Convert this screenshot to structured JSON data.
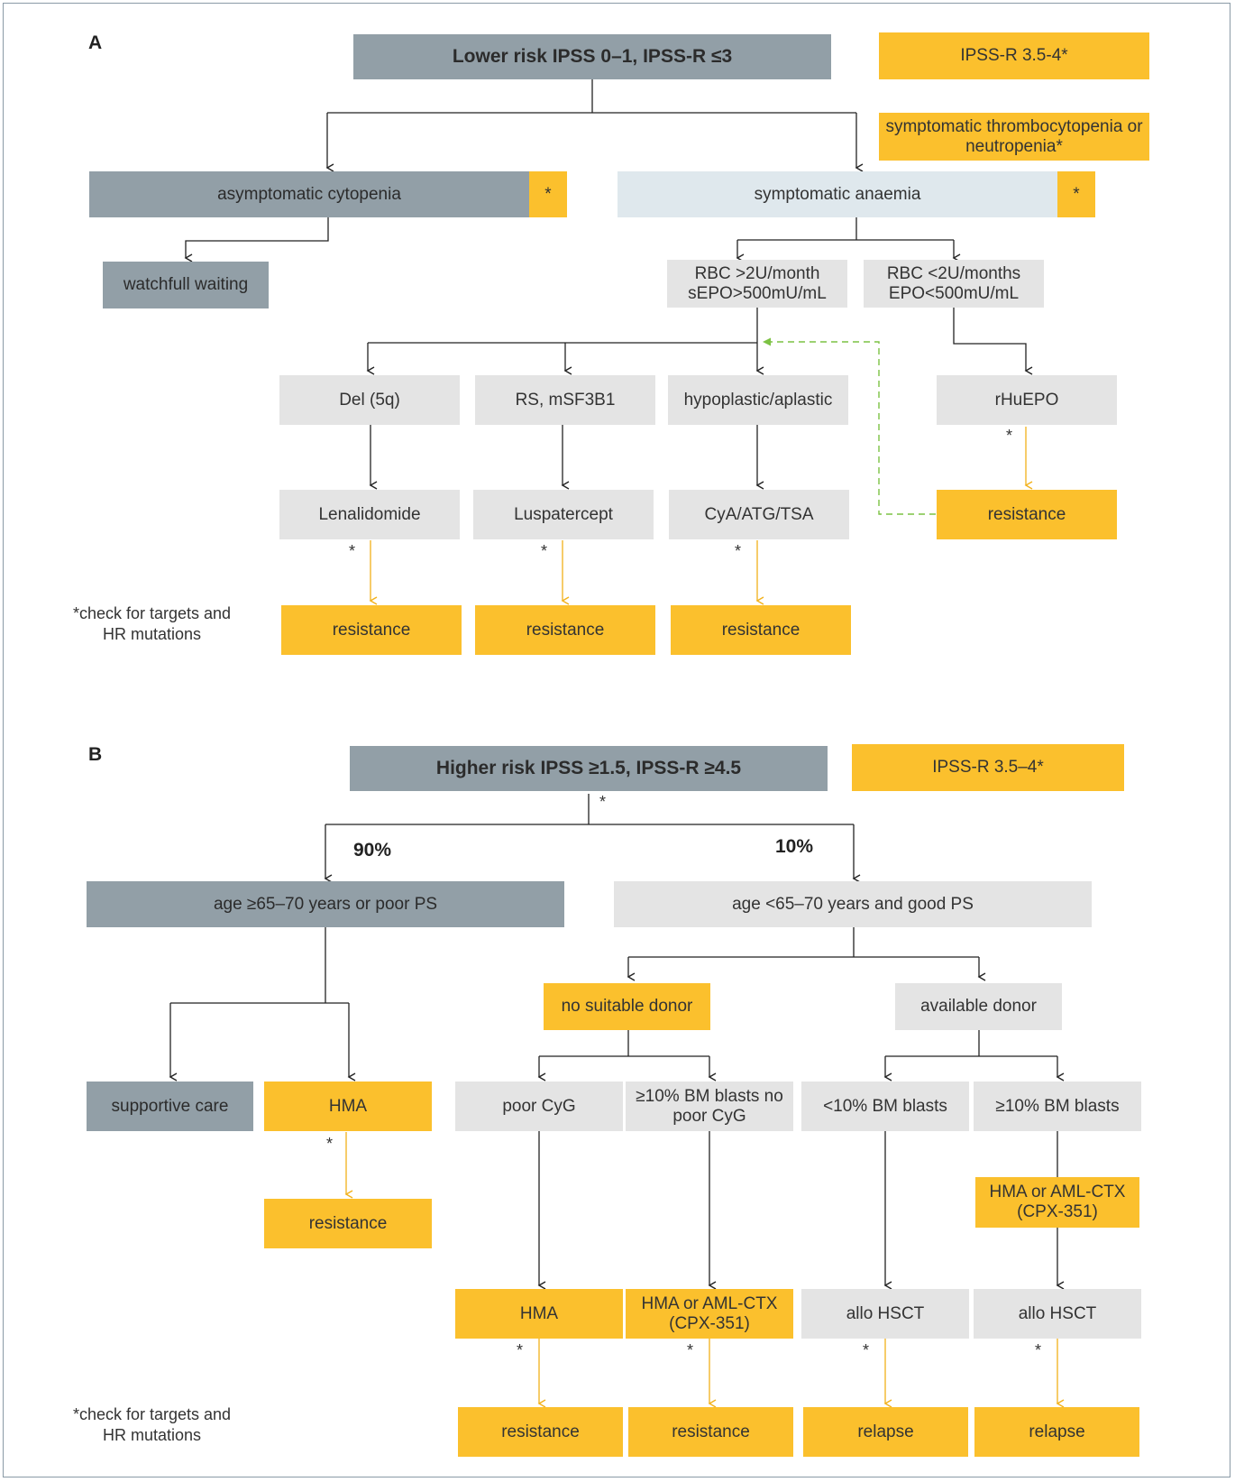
{
  "panel_a": {
    "label": "A",
    "title": "Lower risk IPSS 0–1, IPSS-R ≤3",
    "ipssr_note": "IPSS-R 3.5-4*",
    "symptomatic_note": "symptomatic thrombocytopenia or neutropenia*",
    "asymptomatic": "asymptomatic cytopenia",
    "symptomatic_anaemia": "symptomatic anaemia",
    "star": "*",
    "watchful": "watchfull waiting",
    "rbc_high": "RBC >2U/month sEPO>500mU/mL",
    "rbc_low": "RBC <2U/months EPO<500mU/mL",
    "del5q": "Del (5q)",
    "rs": "RS, mSF3B1",
    "hypoplastic": "hypoplastic/aplastic",
    "rhuepo": "rHuEPO",
    "lenalidomide": "Lenalidomide",
    "luspatercept": "Luspatercept",
    "cya": "CyA/ATG/TSA",
    "resistance": "resistance",
    "footnote": "*check for targets and HR mutations"
  },
  "panel_b": {
    "label": "B",
    "title": "Higher risk IPSS ≥1.5, IPSS-R ≥4.5",
    "ipssr_note": "IPSS-R 3.5–4*",
    "pct_left": "90%",
    "pct_right": "10%",
    "old": "age ≥65–70 years or poor PS",
    "young": "age <65–70 years and good PS",
    "no_donor": "no suitable donor",
    "donor": "available donor",
    "supportive": "supportive care",
    "hma": "HMA",
    "poor_cyg": "poor CyG",
    "blasts_no_poor": "≥10% BM blasts no poor CyG",
    "lt10": "<10% BM blasts",
    "ge10": "≥10% BM blasts",
    "hma_aml": "HMA or AML-CTX (CPX-351)",
    "allo": "allo HSCT",
    "resistance": "resistance",
    "relapse": "relapse",
    "star": "*",
    "footnote": "*check for targets and HR mutations"
  },
  "colors": {
    "dark": "#929fa7",
    "yellow": "#fbc02d",
    "light": "#e4e4e4",
    "pale": "#dfe8ed",
    "dashed_arrow": "#7cc243"
  }
}
